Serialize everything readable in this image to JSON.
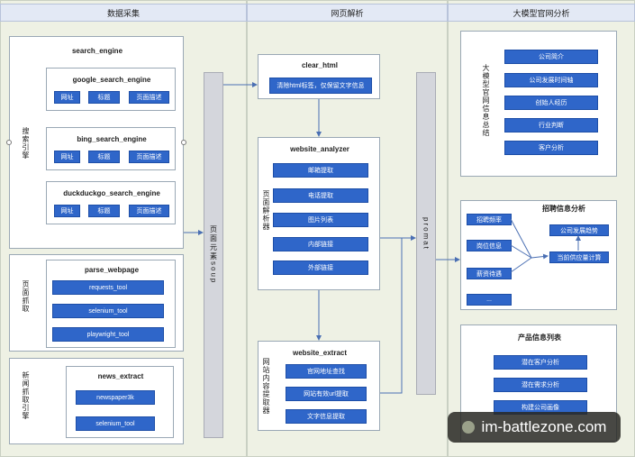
{
  "lanes": {
    "collect": "数据采集",
    "parse": "网页解析",
    "model": "大模型官网分析"
  },
  "search_engine": {
    "title": "search_engine",
    "side_label": "搜索引擎",
    "engines": [
      {
        "name": "google_search_engine",
        "fields": [
          "网址",
          "标题",
          "页面描述"
        ]
      },
      {
        "name": "bing_search_engine",
        "fields": [
          "网址",
          "标题",
          "页面描述"
        ]
      },
      {
        "name": "duckduckgo_search_engine",
        "fields": [
          "网址",
          "标题",
          "页面描述"
        ]
      }
    ]
  },
  "parse_webpage": {
    "title": "parse_webpage",
    "side_label": "页面抓取",
    "tools": [
      "requests_tool",
      "selenium_tool",
      "playwright_tool"
    ]
  },
  "news_extract": {
    "title": "news_extract",
    "side_label": "新闻抓取引擎",
    "tools": [
      "newspaper3k",
      "selenium_tool"
    ]
  },
  "soup_bar": "页面元素soup",
  "clear_html": {
    "title": "clear_html",
    "item": "清除html标签，仅保留文字信息"
  },
  "website_analyzer": {
    "title": "website_analyzer",
    "side_label": "页面解析器",
    "items": [
      "邮箱提取",
      "电话提取",
      "图片列表",
      "内部链接",
      "外部链接"
    ]
  },
  "website_extract": {
    "title": "website_extract",
    "side_label": "网站内容提取器",
    "items": [
      "官网地址查找",
      "网站有效url提取",
      "文字信息提取"
    ]
  },
  "promat_bar": "promat",
  "summary": {
    "side_label": "大模型官网信息总结",
    "items": [
      "公司简介",
      "公司发展时间轴",
      "创始人经历",
      "行业判断",
      "客户分析"
    ]
  },
  "recruit": {
    "title": "招聘信息分析",
    "items": [
      "招聘频率",
      "岗位信息",
      "薪资待遇",
      "..."
    ],
    "right_items": [
      "公司发展趋势",
      "当前供应量计算"
    ]
  },
  "product": {
    "title": "产品信息列表",
    "items": [
      "潜在客户分析",
      "潜在需求分析",
      "构建公司画像"
    ]
  },
  "watermark": "im-battlezone.com"
}
